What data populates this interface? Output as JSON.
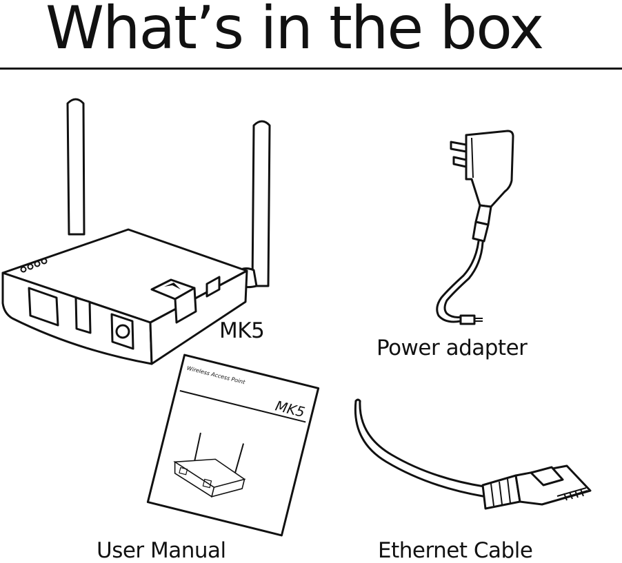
{
  "page": {
    "title": "What’s in the box"
  },
  "items": [
    {
      "label": "MK5"
    },
    {
      "label": "Power adapter"
    },
    {
      "label": "User Manual"
    },
    {
      "label": "Ethernet Cable"
    }
  ],
  "manual": {
    "subtitle": "Wireless Access Point",
    "model": "MK5"
  },
  "icons": [
    "router-icon",
    "power-adapter-icon",
    "user-manual-icon",
    "ethernet-cable-icon"
  ]
}
